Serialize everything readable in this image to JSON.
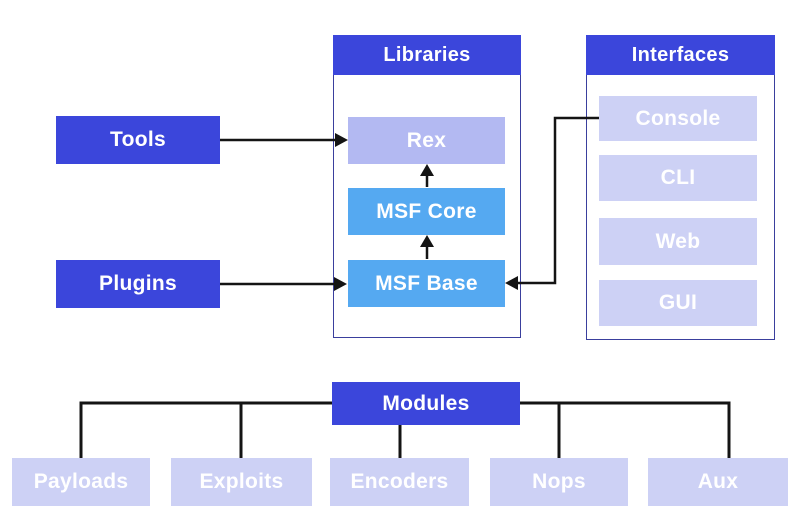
{
  "diagram": {
    "standalone": {
      "tools": {
        "label": "Tools"
      },
      "plugins": {
        "label": "Plugins"
      },
      "modules": {
        "label": "Modules"
      }
    },
    "libraries": {
      "title": "Libraries",
      "items": [
        {
          "label": "Rex"
        },
        {
          "label": "MSF Core"
        },
        {
          "label": "MSF Base"
        }
      ]
    },
    "interfaces": {
      "title": "Interfaces",
      "items": [
        {
          "label": "Console"
        },
        {
          "label": "CLI"
        },
        {
          "label": "Web"
        },
        {
          "label": "GUI"
        }
      ]
    },
    "module_types": [
      {
        "label": "Payloads"
      },
      {
        "label": "Exploits"
      },
      {
        "label": "Encoders"
      },
      {
        "label": "Nops"
      },
      {
        "label": "Aux"
      }
    ],
    "connections": [
      {
        "from": "Tools",
        "to": "Rex",
        "style": "arrow"
      },
      {
        "from": "Plugins",
        "to": "MSF Base",
        "style": "arrow"
      },
      {
        "from": "MSF Core",
        "to": "Rex",
        "style": "arrow"
      },
      {
        "from": "MSF Base",
        "to": "MSF Core",
        "style": "arrow"
      },
      {
        "from": "Console",
        "to": "MSF Base",
        "style": "arrow"
      },
      {
        "from": "Modules",
        "to": "Payloads",
        "style": "line"
      },
      {
        "from": "Modules",
        "to": "Exploits",
        "style": "line"
      },
      {
        "from": "Modules",
        "to": "Encoders",
        "style": "line"
      },
      {
        "from": "Modules",
        "to": "Nops",
        "style": "line"
      },
      {
        "from": "Modules",
        "to": "Aux",
        "style": "line"
      }
    ],
    "colors": {
      "primary": "#3b46db",
      "sky": "#55a9f1",
      "lav_med": "#b3b9f2",
      "lav_light": "#cdd1f5",
      "border": "#3a3f9d",
      "line": "#141414",
      "text": "#ffffff",
      "bg": "#ffffff"
    }
  }
}
